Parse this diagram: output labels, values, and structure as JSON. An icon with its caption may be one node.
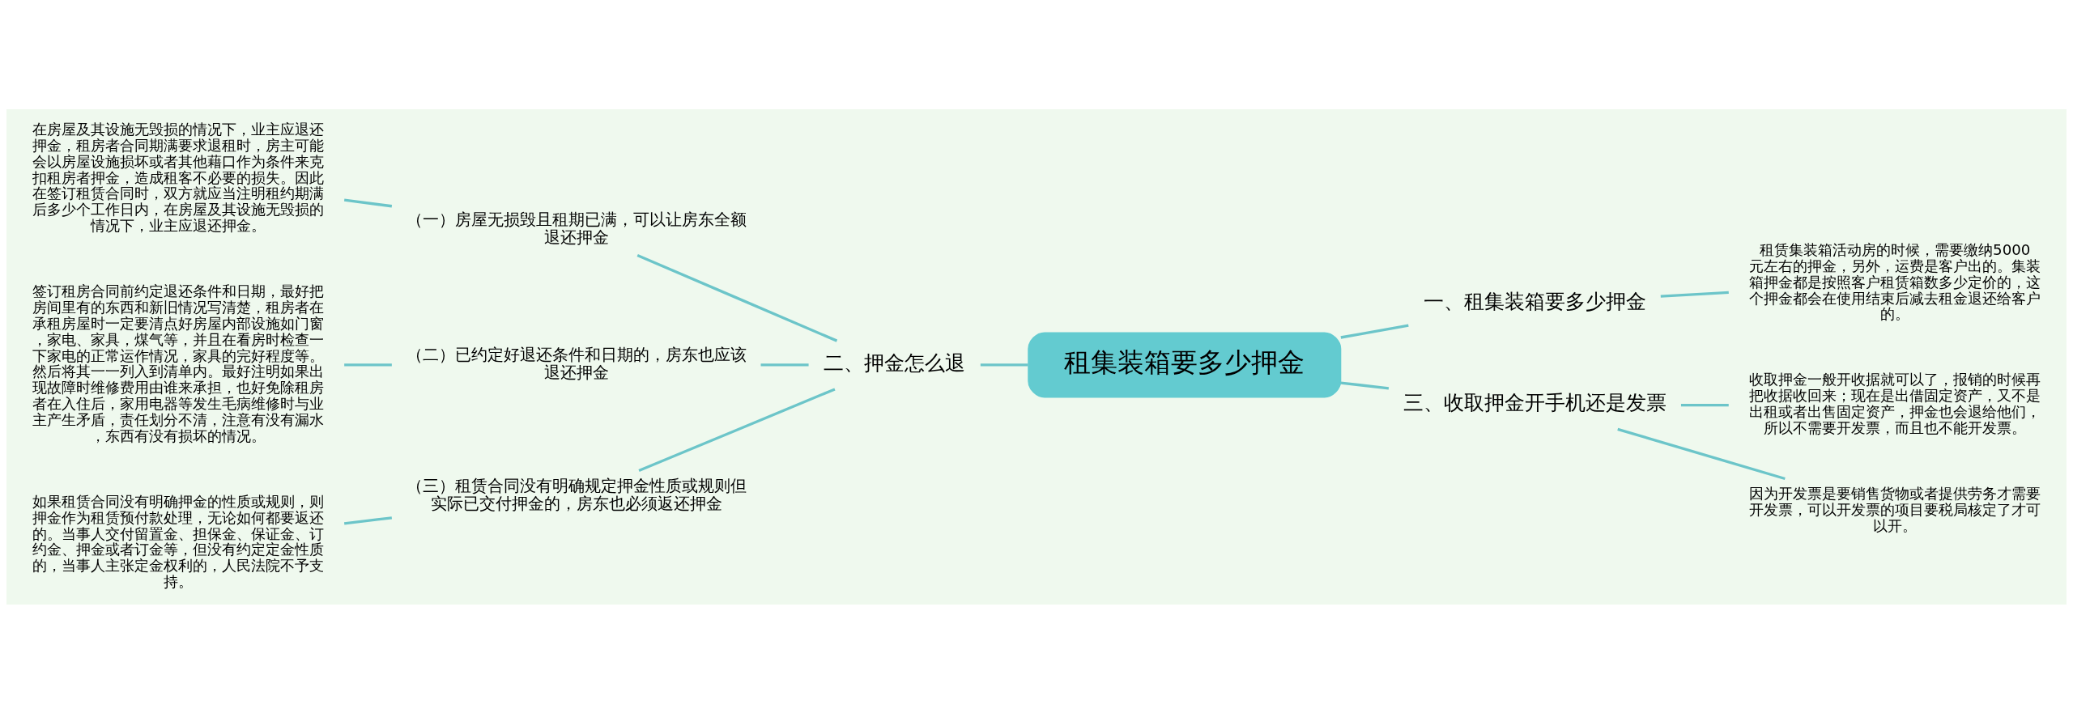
{
  "diagram": {
    "nodes": [
      {
        "text": [
          "租集装箱要多少押金"
        ]
      },
      {
        "text": [
          "一、租集装箱要多少押金"
        ]
      },
      {
        "text": [
          "租赁集装箱活动房的时候，需要缴纳5000元左右的押金，另外，运费是客户出的。集装箱押金都是按照客户租赁箱数多少定价的，这个押金都会在使用结束后减去租金退还给客户的。"
        ]
      },
      {
        "text": [
          "三、收取押金开手机还是发票"
        ]
      },
      {
        "text": [
          "收取押金一般开收据就可以了，报销的时候再把收据收回来；现在是出借固定资产，又不是出租或者出售固定资产，押金也会退给他们，所以不需要开发票，而且也不能开发票。"
        ]
      },
      {
        "text": [
          "因为开发票是要销售货物或者提供劳务才需要开发票，可以开发票的项目要税局核定了才可以开。"
        ]
      },
      {
        "text": [
          "二、押金怎么退"
        ]
      },
      {
        "text": [
          "（一）房屋无损毁且租期已满，可以让房东全额退还押金"
        ]
      },
      {
        "text": [
          "在房屋及其设施无毁损的情况下，业主应退还押金，租房者合同期满要求退租时，房主可能会以房屋设施损坏或者其他藉口作为条件来克扣租房者押金，造成租客不必要的损失。因此在签订租赁合同时，双方就应当注明租约期满后多少个工作日内，在房屋及其设施无毁损的情况下，业主应退还押金。"
        ]
      },
      {
        "text": [
          "（二）已约定好退还条件和日期的，房东也应该退还押金"
        ]
      },
      {
        "text": [
          "签订租房合同前约定退还条件和日期，最好把房间里有的东西和新旧情况写清楚，租房者在承租房屋时一定要清点好房屋内部设施如门窗，家电、家具，煤气等，并且在看房时检查一下家电的正常运作情况，家具的完好程度等。然后将其一一列入到清单内。最好注明如果出现故障时维修费用由谁来承担，也好免除租房者在入住后，家用电器等发生毛病维修时与业主产生矛盾，责任划分不清，注意有没有漏水，东西有没有损坏的情况。"
        ]
      },
      {
        "text": [
          "（三）租赁合同没有明确规定押金性质或规则但实际已交付押金的，房东也必须返还押金"
        ]
      },
      {
        "text": [
          "如果租赁合同没有明确押金的性质或规则，则押金作为租赁预付款处理，无论如何都要返还的。当事人交付留置金、担保金、保证金、订约金、押金或者订金等，但没有约定定金性质的，当事人主张定金权利的，人民法院不予支持。"
        ]
      }
    ],
    "edges": [
      {
        "from": 0,
        "to": 1,
        "arrow": "none"
      },
      {
        "from": 1,
        "to": 2,
        "arrow": "none"
      },
      {
        "from": 0,
        "to": 3,
        "arrow": "none"
      },
      {
        "from": 3,
        "to": 4,
        "arrow": "none"
      },
      {
        "from": 3,
        "to": 5,
        "arrow": "none"
      },
      {
        "from": 0,
        "to": 6,
        "arrow": "none"
      },
      {
        "from": 6,
        "to": 7,
        "arrow": "none"
      },
      {
        "from": 7,
        "to": 8,
        "arrow": "none"
      },
      {
        "from": 6,
        "to": 9,
        "arrow": "none"
      },
      {
        "from": 9,
        "to": 10,
        "arrow": "none"
      },
      {
        "from": 6,
        "to": 11,
        "arrow": "none"
      },
      {
        "from": 11,
        "to": 12,
        "arrow": "none"
      }
    ]
  }
}
